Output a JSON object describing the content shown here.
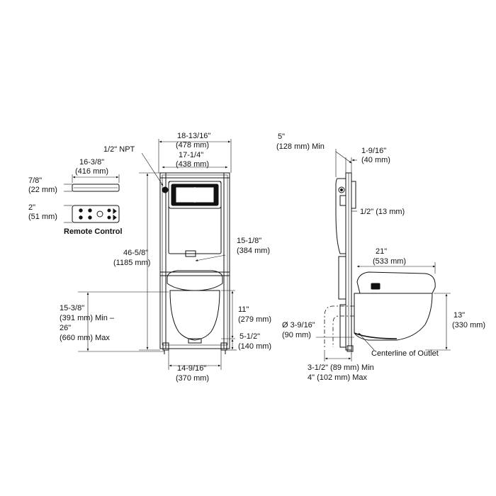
{
  "front": {
    "npt": "1/2\" NPT",
    "width_outer_in": "18-13/16\"",
    "width_outer_mm": "(478 mm)",
    "width_inner_in": "17-1/4\"",
    "width_inner_mm": "(438 mm)",
    "height_in": "46-5/8\"",
    "height_mm": "(1185 mm)",
    "flush_in": "15-1/8\"",
    "flush_mm": "(384 mm)",
    "seat_in": "15-3/8\"",
    "seat_min": "(391 mm) Min –",
    "seat_max_in": "26\"",
    "seat_max": "(660 mm) Max",
    "bowl_in": "11\"",
    "bowl_mm": "(279 mm)",
    "outlet_in": "5-1/2\"",
    "outlet_mm": "(140 mm)",
    "base_in": "14-9/16\"",
    "base_mm": "(370 mm)"
  },
  "remote": {
    "length_in": "16-3/8\"",
    "length_mm": "(416 mm)",
    "thick_in": "7/8\"",
    "thick_mm": "(22 mm)",
    "height_in": "2\"",
    "height_mm": "(51 mm)",
    "title": "Remote Control"
  },
  "side": {
    "offset_in": "5\"",
    "offset_mm": "(128 mm) Min",
    "depth_in": "1-9/16\"",
    "depth_mm": "(40 mm)",
    "pipe": "1/2\" (13 mm)",
    "bowl_len_in": "21\"",
    "bowl_len_mm": "(533 mm)",
    "height_in": "13\"",
    "height_mm": "(330 mm)",
    "dia_in": "Ø 3-9/16\"",
    "dia_mm": "(90 mm)",
    "centerline": "Centerline of Outlet",
    "min_line": "3-1/2\" (89 mm) Min",
    "max_line": "4\" (102 mm) Max"
  }
}
